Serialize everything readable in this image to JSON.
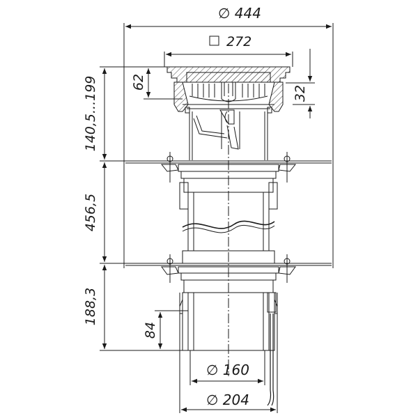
{
  "dimensions": {
    "top_diameter": "∅ 444",
    "square_size": "272",
    "height_62": "62",
    "height_32": "32",
    "height_range": "140,5...199",
    "height_456": "456,5",
    "height_188": "188,3",
    "height_84": "84",
    "diameter_160": "∅ 160",
    "diameter_204": "∅ 204"
  },
  "colors": {
    "line": "#1a1a1a",
    "hatch": "#444444"
  }
}
